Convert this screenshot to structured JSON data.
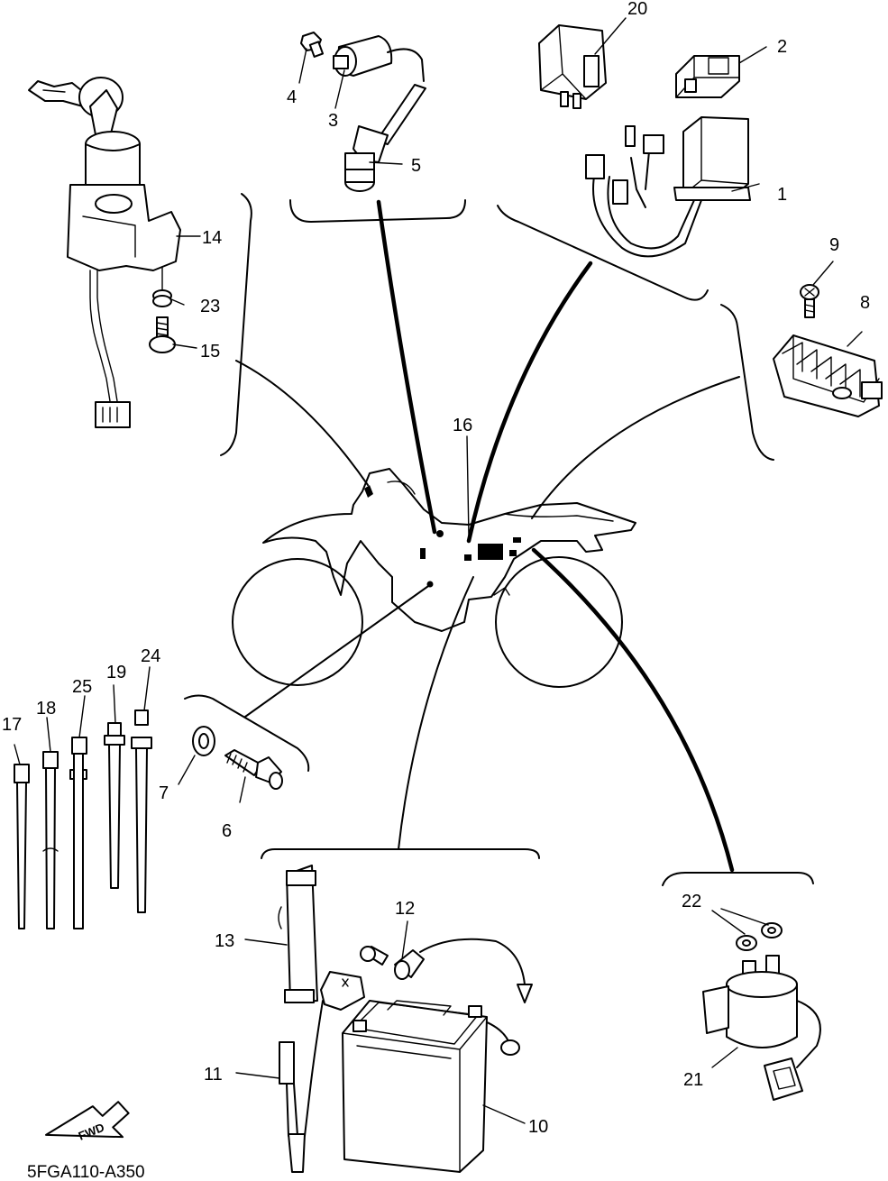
{
  "diagram": {
    "code": "5FGA110-A350",
    "fwd_label": "FWD"
  },
  "callouts": {
    "1": "1",
    "2": "2",
    "3": "3",
    "4": "4",
    "5": "5",
    "6": "6",
    "7": "7",
    "8": "8",
    "9": "9",
    "10": "10",
    "11": "11",
    "12": "12",
    "13": "13",
    "14": "14",
    "15": "15",
    "16": "16",
    "17": "17",
    "18": "18",
    "19": "19",
    "20": "20",
    "21": "21",
    "22": "22",
    "23": "23",
    "24": "24",
    "25": "25"
  }
}
